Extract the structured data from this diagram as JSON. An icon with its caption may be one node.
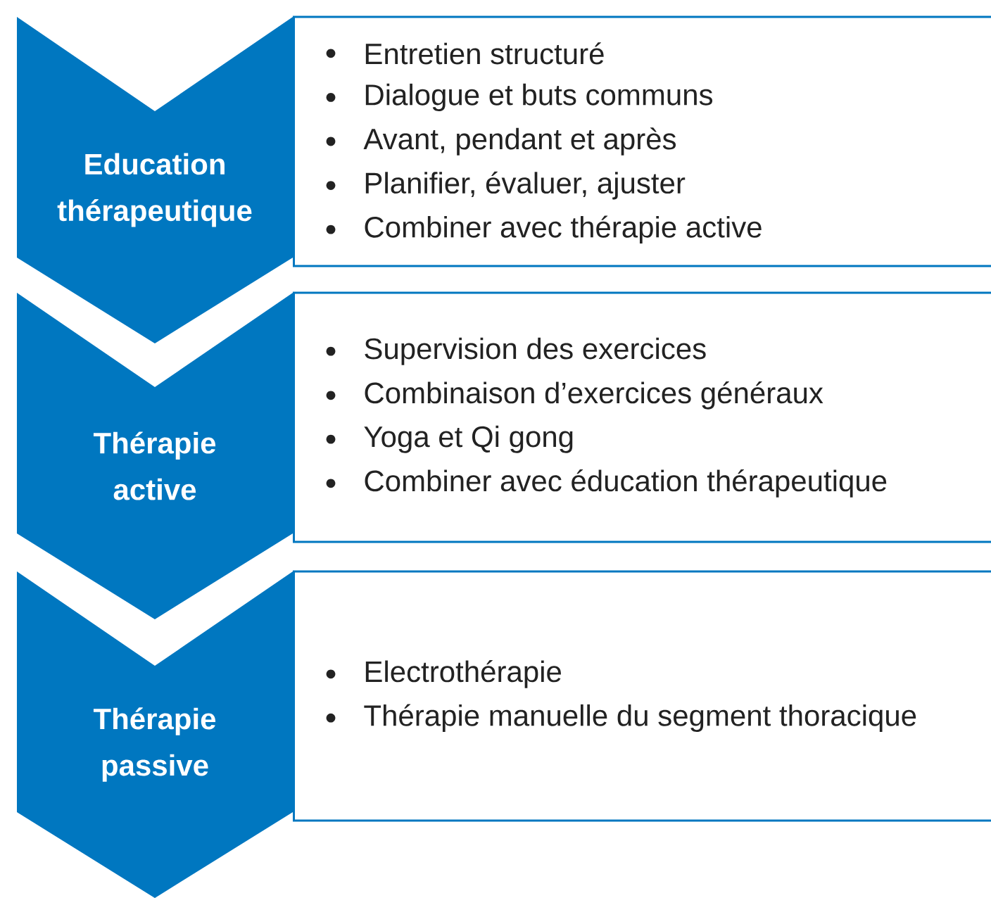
{
  "diagram": {
    "nodes": [
      {
        "text": [
          "Education thérapeutique"
        ]
      },
      {
        "text": [
          "Entretien structuré",
          "Dialogue et buts communs",
          "Avant, pendant et après",
          "Planifier, évaluer, ajuster",
          "Combiner avec thérapie active"
        ]
      },
      {
        "text": [
          "Thérapie active"
        ]
      },
      {
        "text": [
          "Supervision des exercices",
          "Combinaison d’exercices généraux",
          "Yoga et Qi gong",
          "Combiner avec éducation thérapeutique"
        ]
      },
      {
        "text": [
          "Thérapie passive"
        ]
      },
      {
        "text": [
          "Electrothérapie",
          "Thérapie manuelle du segment thoracique"
        ]
      }
    ]
  }
}
